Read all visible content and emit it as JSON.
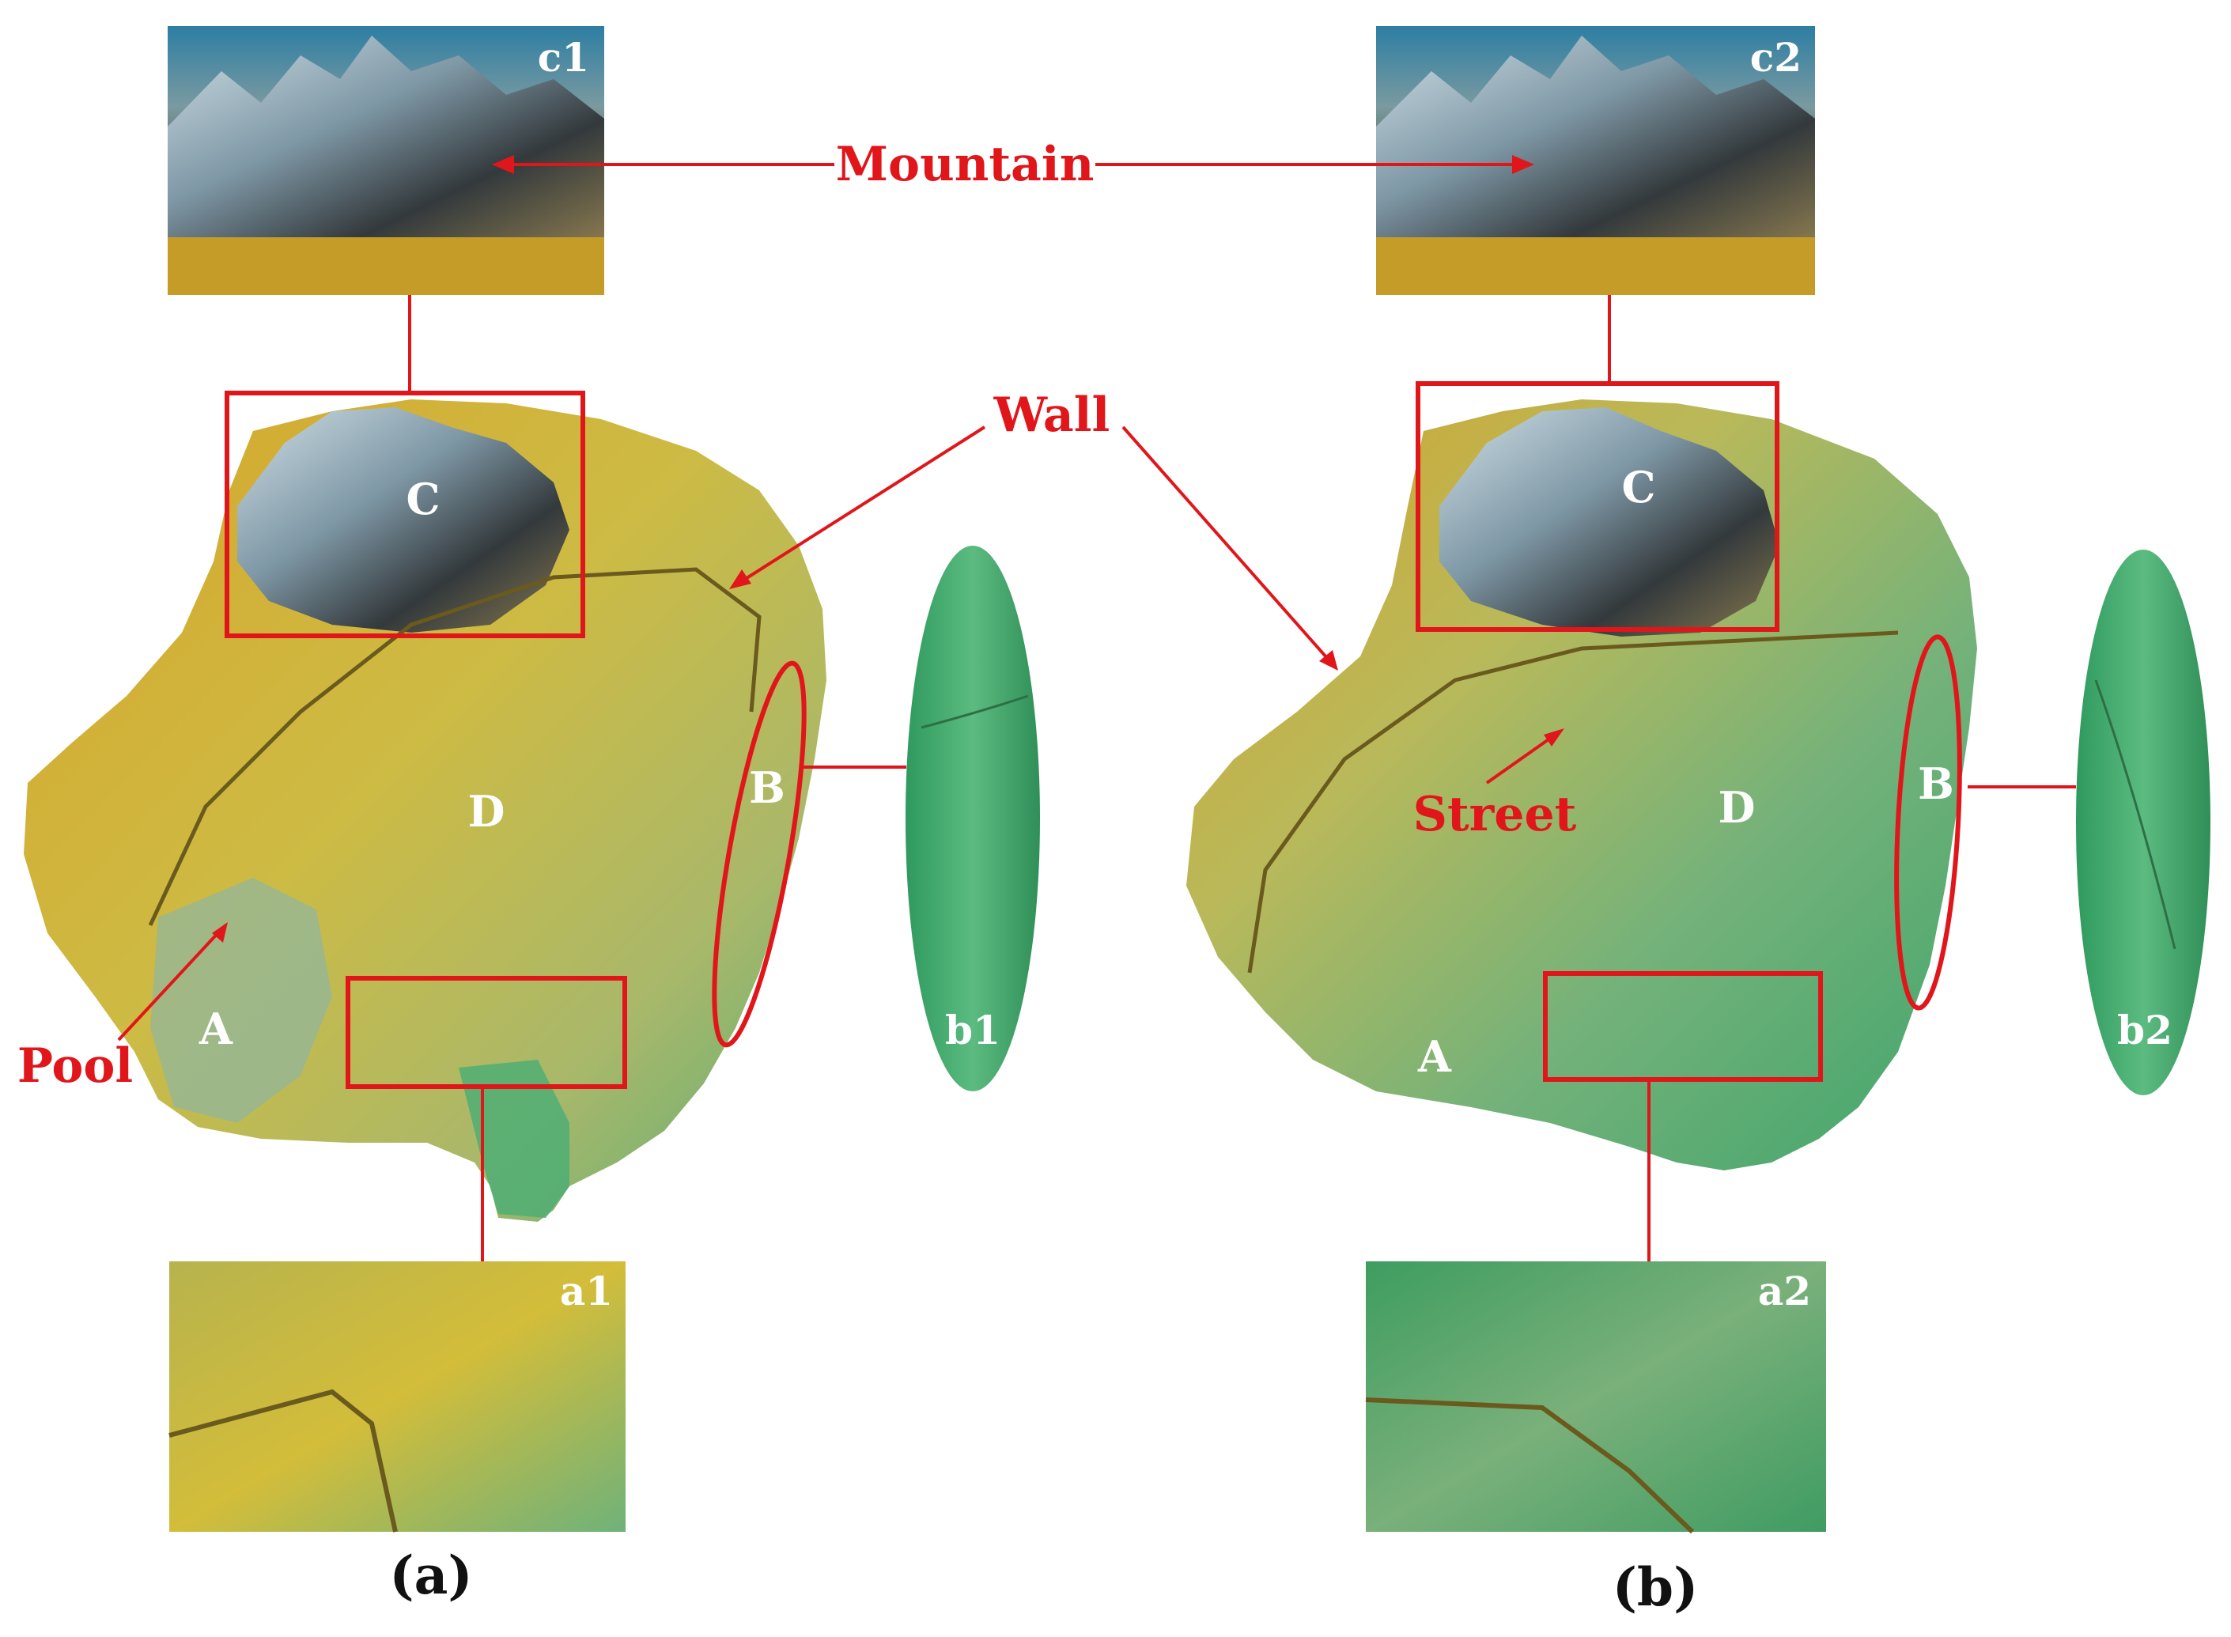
{
  "labels": {
    "mountain": "Mountain",
    "wall": "Wall",
    "pool": "Pool",
    "street": "Street"
  },
  "regions": {
    "a": "A",
    "b": "B",
    "c": "C",
    "d": "D"
  },
  "insets": {
    "c1": "c1",
    "c2": "c2",
    "b1": "b1",
    "b2": "b2",
    "a1": "a1",
    "a2": "a2"
  },
  "captions": {
    "left": "(a)",
    "right": "(b)"
  },
  "colors": {
    "annotation": "#e0161b",
    "terrain_yellow": "#c9b23a",
    "terrain_green": "#4fae74",
    "mountain_blue": "#3aa7c9"
  }
}
